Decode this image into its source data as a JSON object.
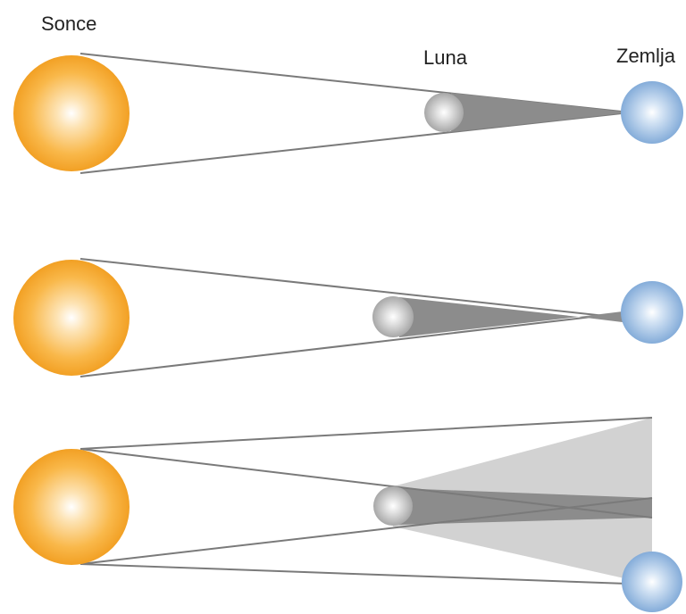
{
  "labels": {
    "sun": "Sonce",
    "moon": "Luna",
    "earth": "Zemlja"
  },
  "colors": {
    "sun": "#f7a92e",
    "moon": "#b9b9b9",
    "earth": "#8fb5df",
    "umbra": "#8c8c8c",
    "penumbra": "#d2d2d2",
    "ray": "#7a7a7a"
  }
}
